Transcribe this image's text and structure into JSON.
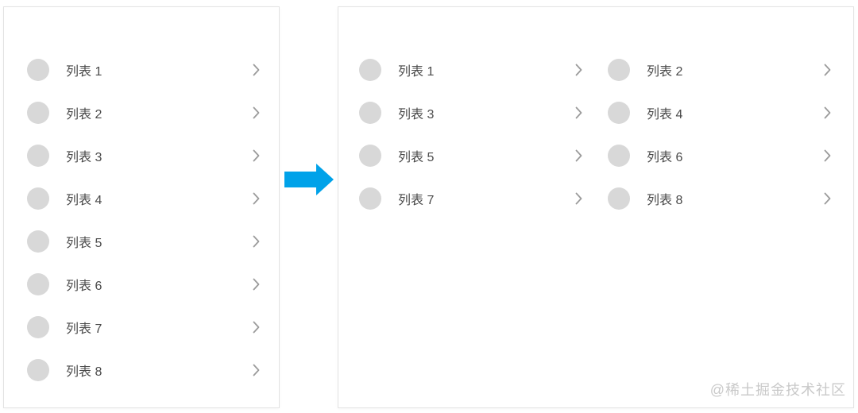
{
  "left_panel": {
    "name": "single-column-list",
    "items": [
      {
        "label": "列表 1"
      },
      {
        "label": "列表 2"
      },
      {
        "label": "列表 3"
      },
      {
        "label": "列表 4"
      },
      {
        "label": "列表 5"
      },
      {
        "label": "列表 6"
      },
      {
        "label": "列表 7"
      },
      {
        "label": "列表 8"
      }
    ]
  },
  "right_panel": {
    "name": "two-column-list",
    "columns": 2,
    "items": [
      {
        "label": "列表 1"
      },
      {
        "label": "列表 2"
      },
      {
        "label": "列表 3"
      },
      {
        "label": "列表 4"
      },
      {
        "label": "列表 5"
      },
      {
        "label": "列表 6"
      },
      {
        "label": "列表 7"
      },
      {
        "label": "列表 8"
      }
    ]
  },
  "arrow": {
    "direction": "right",
    "color": "#00A2E9"
  },
  "watermark": {
    "text": "@稀土掘金技术社区"
  },
  "colors": {
    "panel_border": "#E3E3E3",
    "avatar": "#D8D8D8",
    "label": "#4A4A4A",
    "chevron": "#9B9B9B",
    "arrow": "#00A2E9",
    "watermark": "#C9C9C9"
  }
}
